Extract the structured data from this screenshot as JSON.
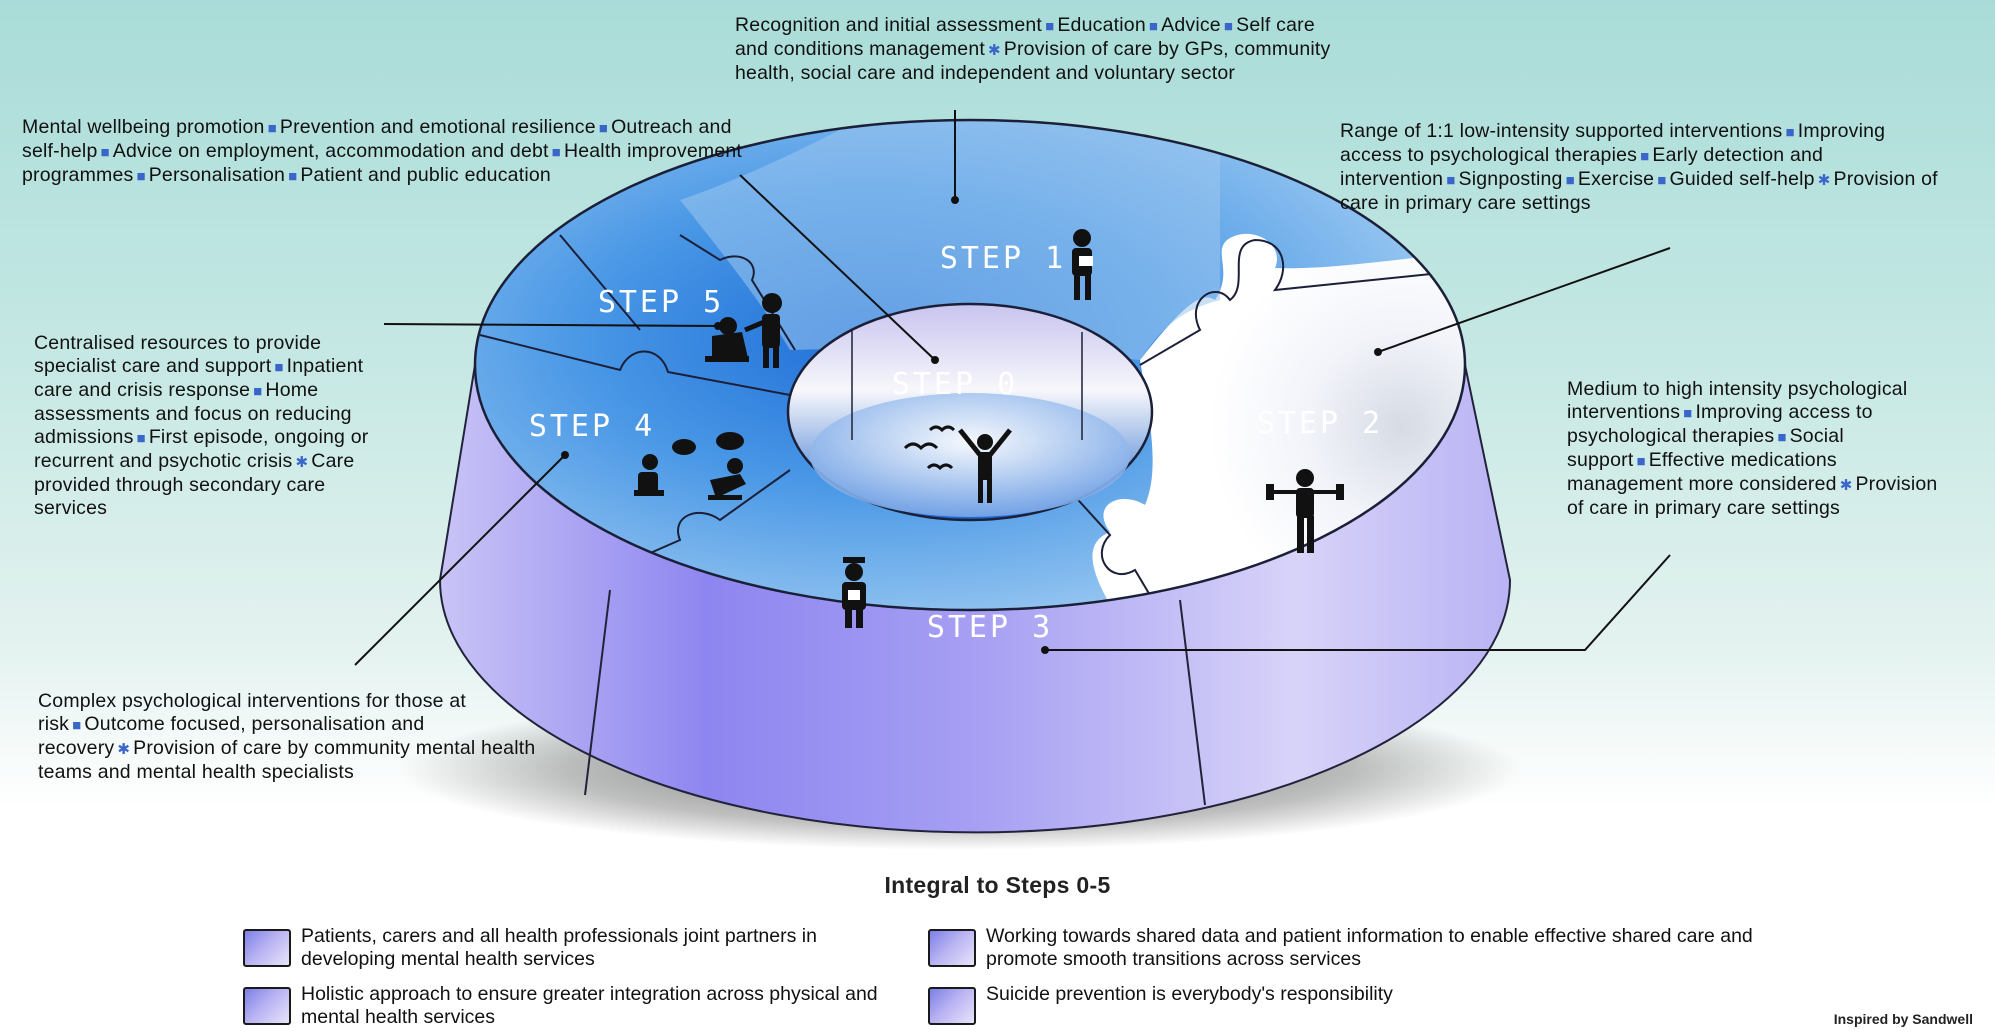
{
  "annotations": {
    "step1": {
      "items": [
        "Recognition and initial assessment",
        "Education",
        "Advice",
        "Self care and conditions management",
        "Provision of care by GPs, community health, social care and independent and voluntary sector"
      ],
      "seps": [
        "■",
        "■",
        "■",
        "✱"
      ]
    },
    "step0": {
      "items": [
        "Mental wellbeing promotion",
        "Prevention and emotional resilience",
        "Outreach and self-help",
        "Advice on employment, accommodation and debt",
        "Health improvement programmes",
        "Personalisation",
        "Patient and public education"
      ],
      "seps": [
        "■",
        "■",
        "■",
        "■",
        "■",
        "■"
      ]
    },
    "step2_top": {
      "items": [
        "Range of 1:1 low-intensity supported interventions",
        "Improving access to psychological therapies",
        "Early detection and intervention",
        "Signposting",
        "Exercise",
        "Guided self-help",
        "Provision of care in primary care settings"
      ],
      "seps": [
        "■",
        "■",
        "■",
        "■",
        "■",
        "✱"
      ]
    },
    "step5": {
      "items": [
        "Centralised resources to provide specialist care and support",
        "Inpatient care and crisis response",
        "Home assessments and focus on reducing admissions",
        "First episode, ongoing or recurrent and psychotic crisis",
        "Care provided through secondary care services"
      ],
      "seps": [
        "■",
        "■",
        "■",
        "✱"
      ]
    },
    "step3": {
      "items": [
        "Medium to high intensity psychological interventions",
        "Improving access to psychological therapies",
        "Social support",
        "Effective medications management more considered",
        "Provision of care in primary care settings"
      ],
      "seps": [
        "■",
        "■",
        "■",
        "✱"
      ]
    },
    "step4": {
      "items": [
        "Complex psychological interventions for those at risk",
        "Outcome focused, personalisation and recovery",
        "Provision of care by community mental health teams and mental health specialists"
      ],
      "seps": [
        "■",
        "✱"
      ]
    }
  },
  "steps": {
    "s0": "STEP 0",
    "s1": "STEP 1",
    "s2": "STEP 2",
    "s3": "STEP 3",
    "s4": "STEP 4",
    "s5": "STEP 5"
  },
  "legend": {
    "title": "Integral to Steps 0-5",
    "items": [
      "Patients, carers and all health professionals joint partners in developing mental health services",
      "Working towards shared data and patient information to enable effective shared care and promote smooth transitions across services",
      "Holistic approach to ensure greater integration across physical and mental health services",
      "Suicide prevention is everybody's responsibility"
    ]
  },
  "credit": "Inspired by Sandwell",
  "colors": {
    "ring_blue": "#3f8de0",
    "ring_light": "#eef1fb",
    "wall_purple": "#8a84f0",
    "bullet_blue": "#3a66c9"
  }
}
